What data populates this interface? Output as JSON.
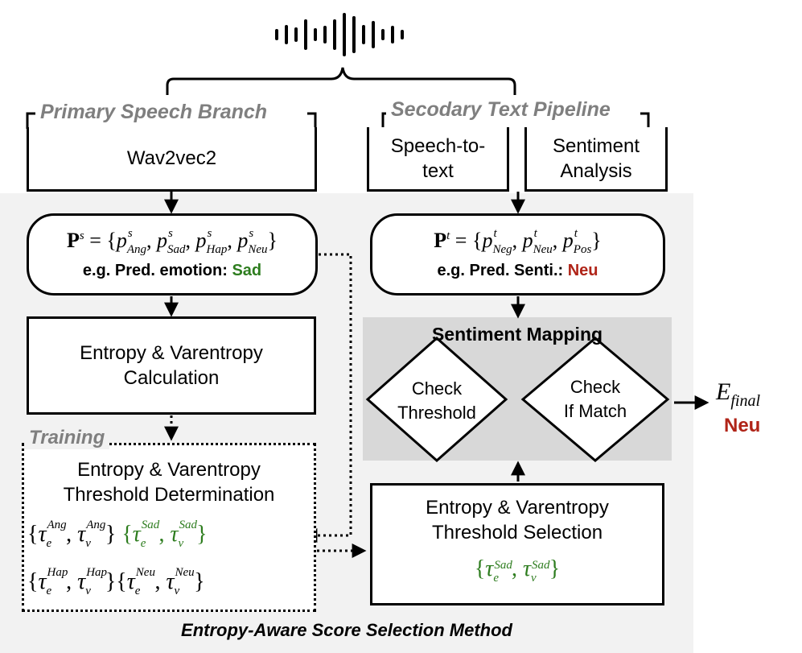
{
  "branches": {
    "speech_title": "Primary Speech Branch",
    "text_title": "Secodary Text Pipeline"
  },
  "boxes": {
    "wav2vec": "Wav2vec2",
    "stt_line1": "Speech-to-",
    "stt_line2": "text",
    "sa_line1": "Sentiment",
    "sa_line2": "Analysis",
    "entropy_calc_line1": "Entropy & Varentropy",
    "entropy_calc_line2": "Calculation",
    "training_label": "Training",
    "thresh_det_line1": "Entropy & Varentropy",
    "thresh_det_line2": "Threshold Determination",
    "thresh_sel_line1": "Entropy & Varentropy",
    "thresh_sel_line2": "Threshold Selection",
    "mapping_title": "Sentiment Mapping",
    "check_threshold_line1": "Check",
    "check_threshold_line2": "Threshold",
    "check_match_line1": "Check",
    "check_match_line2": "If Match"
  },
  "speech_probs": {
    "example_prefix": "e.g. Pred.  emotion:",
    "example_value": "Sad"
  },
  "text_probs": {
    "example_prefix": "e.g. Pred. Senti.:",
    "example_value": "Neu"
  },
  "output": {
    "label": "E",
    "label_sub": "final",
    "value": "Neu"
  },
  "caption": "Entropy-Aware Score Selection Method",
  "colors": {
    "green": "#2e7d1f",
    "red": "#b02418",
    "panel": "#f2f2f2",
    "mapping_panel": "#d8d8d8",
    "branch_title": "#7f7f7f"
  }
}
